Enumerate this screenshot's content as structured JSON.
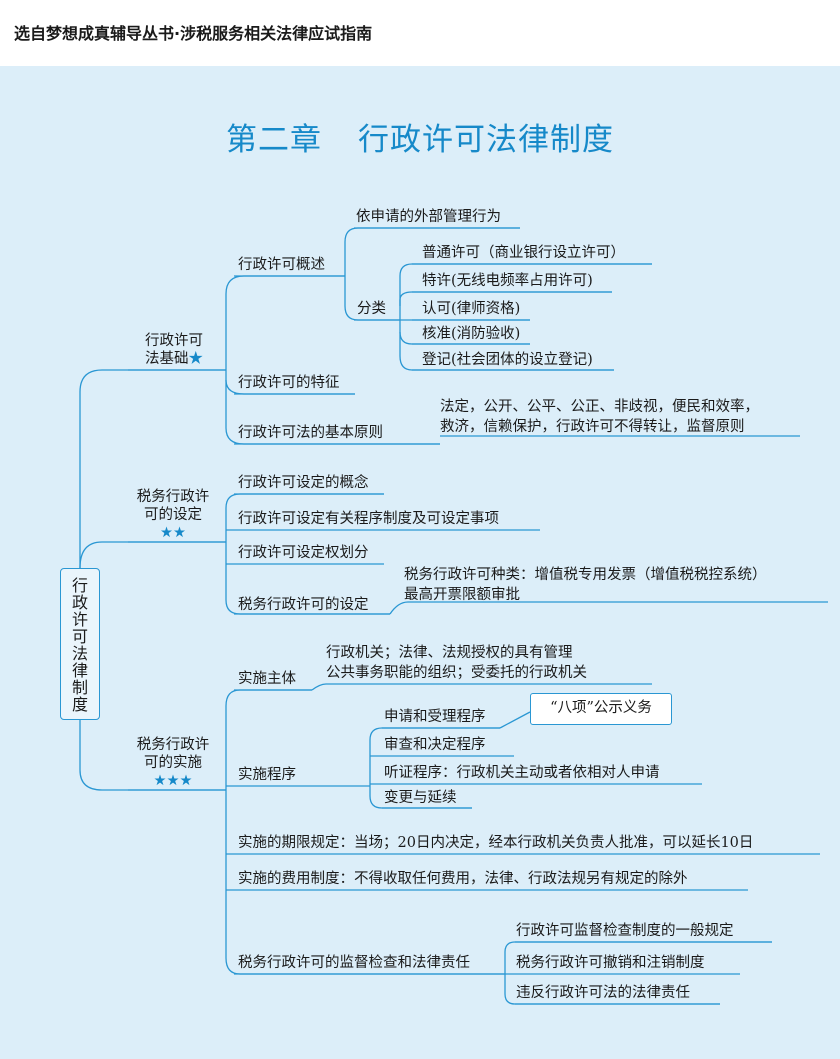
{
  "header": "选自梦想成真辅导丛书·涉税服务相关法律应试指南",
  "title": {
    "chapter": "第二章",
    "name": "行政许可法律制度"
  },
  "root": [
    "行",
    "政",
    "许",
    "可",
    "法",
    "律",
    "制",
    "度"
  ],
  "star_glyph": "★",
  "sections": {
    "basis": {
      "label1": "行政许可",
      "label2": "法基础",
      "stars": "★",
      "overview": "行政许可概述",
      "overview_items": {
        "external": "依申请的外部管理行为",
        "category": "分类",
        "types": [
          "普通许可（商业银行设立许可）",
          "特许(无线电频率占用许可)",
          "认可(律师资格)",
          "核准(消防验收)",
          "登记(社会团体的设立登记)"
        ]
      },
      "feature": "行政许可的特征",
      "principle": "行政许可法的基本原则",
      "principle_text": [
        "法定，公开、公平、公正、非歧视，便民和效率，",
        "救济，信赖保护，行政许可不得转让，监督原则"
      ]
    },
    "setting": {
      "label1": "税务行政许",
      "label2": "可的设定",
      "stars": "★★",
      "items": [
        "行政许可设定的概念",
        "行政许可设定有关程序制度及可设定事项",
        "行政许可设定权划分",
        "税务行政许可的设定"
      ],
      "kind_text": [
        "税务行政许可种类：增值税专用发票（增值税税控系统）",
        "最高开票限额审批"
      ]
    },
    "implement": {
      "label1": "税务行政许",
      "label2": "可的实施",
      "stars": "★★★",
      "subject": "实施主体",
      "subject_text": [
        "行政机关；法律、法规授权的具有管理",
        "公共事务职能的组织；受委托的行政机关"
      ],
      "procedure": "实施程序",
      "procedure_items": [
        "申请和受理程序",
        "审查和决定程序",
        "听证程序：行政机关主动或者依相对人申请",
        "变更与延续"
      ],
      "callout": "“八项”公示义务",
      "deadline": "实施的期限规定：当场；20日内决定，经本行政机关负责人批准，可以延长10日",
      "fee": "实施的费用制度：不得收取任何费用，法律、行政法规另有规定的除外",
      "supervision": "税务行政许可的监督检查和法律责任",
      "supervision_items": [
        "行政许可监督检查制度的一般规定",
        "税务行政许可撤销和注销制度",
        "违反行政许可法的法律责任"
      ]
    }
  }
}
